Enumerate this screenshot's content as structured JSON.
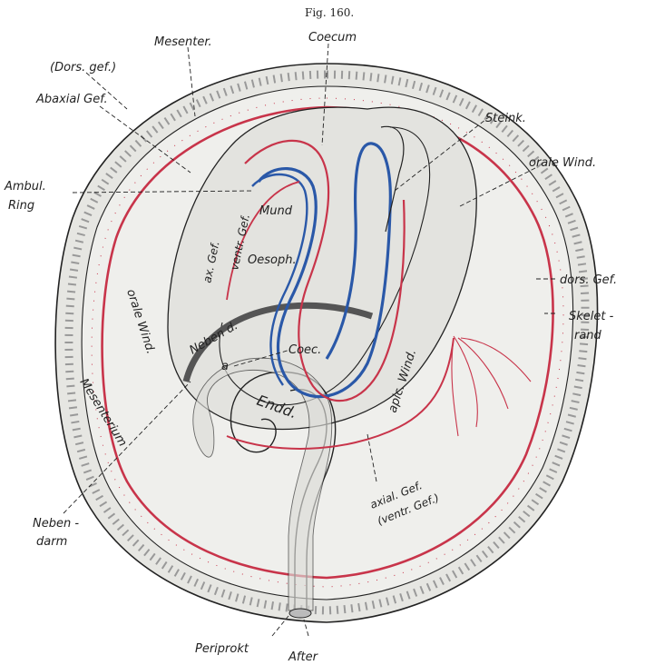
{
  "figure": {
    "number": "Fig. 160."
  },
  "labels": {
    "mesenter": "Mesenter.",
    "coecum": "Coecum",
    "dors_gef_paren": "(Dors. gef.)",
    "abaxial_gef": "Abaxial Gef.",
    "steink": "Steink.",
    "orale_wind_right": "orale Wind.",
    "ambul": "Ambul.",
    "ring": "Ring",
    "mund": "Mund",
    "ventr_gef": "ventr. Gef.",
    "ax_gef": "ax. Gef.",
    "oesoph": "Oesoph.",
    "dors_gef": "dors. Gef.",
    "skelet": "Skelet -",
    "rand": "rand",
    "orale_wind_left": "orale Wind.",
    "nebend": "Neben d.",
    "a": "a",
    "coec": "Coec.",
    "apic_wind": "apic. Wind.",
    "mesenterium": "Mesenterium",
    "endd": "Endd.",
    "axial_gef": "axial. Gef.",
    "ventr_gef_paren": "(ventr. Gef.)",
    "neben": "Neben -",
    "darm": "darm",
    "periprokt": "Periprokt",
    "after": "After"
  },
  "colors": {
    "vessel_red": "#c8344a",
    "vessel_blue": "#2a58a8",
    "shell_fill": "#e9e9e6",
    "ink": "#222222"
  }
}
